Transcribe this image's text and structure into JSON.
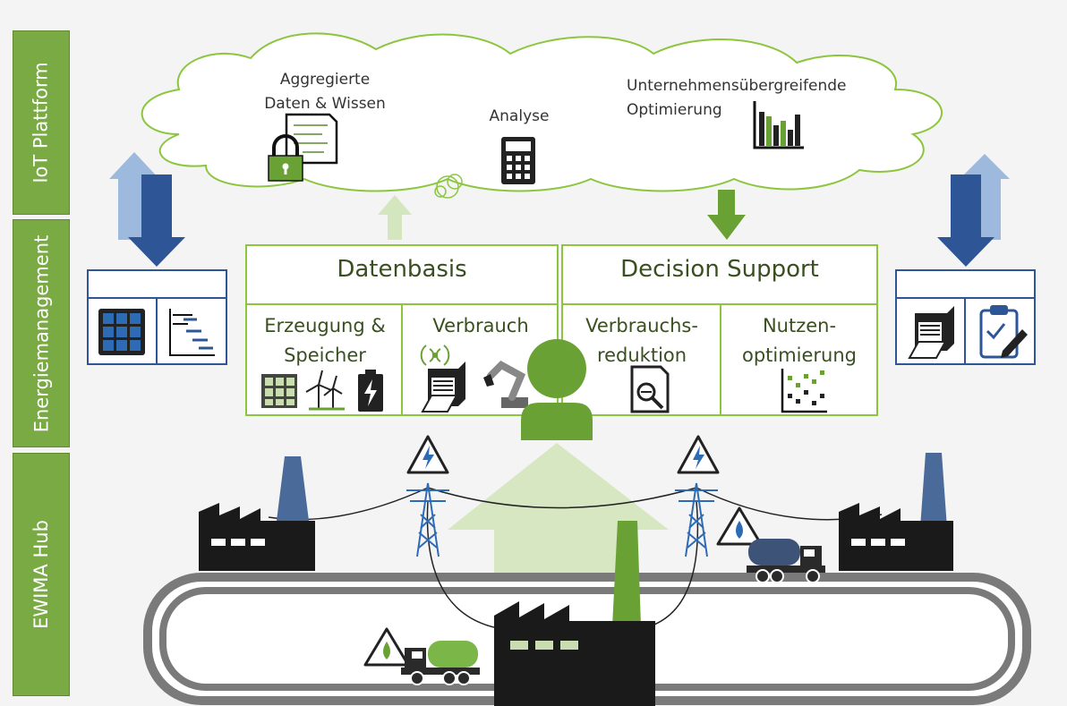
{
  "layers": {
    "iot": "IoT Plattform",
    "energy": "Energiemanagement",
    "hub": "EWIMA Hub"
  },
  "cloud": {
    "aggregated": "Aggregierte\nDaten & Wissen",
    "analysis": "Analyse",
    "optimization": "Unternehmensübergreifende\nOptimierung"
  },
  "panels": {
    "datenbasis": {
      "title": "Datenbasis",
      "left": "Erzeugung &\nSpeicher",
      "right": "Verbrauch"
    },
    "decision": {
      "title": "Decision Support",
      "left": "Verbrauchs-\nreduktion",
      "right": "Nutzen-\noptimierung"
    }
  },
  "colors": {
    "green_dark": "#5b8a2d",
    "green_light": "#c9ddb0",
    "green_line": "#8cc63f",
    "blue_dark": "#2e5596",
    "blue_light": "#9db9de",
    "black": "#1a1a1a",
    "road": "#8a8a8a"
  },
  "icons": [
    "lock-document-icon",
    "calculator-icon",
    "bar-chart-icon",
    "solar-panel-icon",
    "wind-turbine-icon",
    "battery-icon",
    "machine-icon",
    "robot-arm-icon",
    "magnifier-document-icon",
    "scatter-chart-icon",
    "gantt-icon",
    "clipboard-icon",
    "factory-icon",
    "power-pylon-icon",
    "hazard-sign-icon",
    "tanker-truck-icon",
    "person-icon"
  ]
}
